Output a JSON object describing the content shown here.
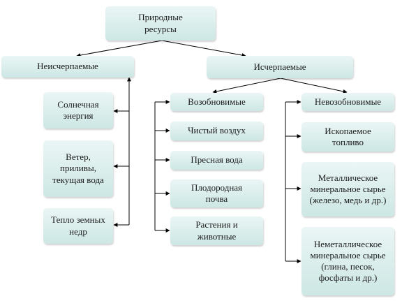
{
  "root": {
    "label": "Природные ресурсы"
  },
  "inexhaustible": {
    "label": "Неисчерпаемые",
    "items": [
      "Солнечная энергия",
      "Ветер, приливы, текущая вода",
      "Тепло земных недр"
    ]
  },
  "exhaustible": {
    "label": "Исчерпаемые",
    "renewable": {
      "label": "Возобновимые",
      "items": [
        "Чистый воздух",
        "Пресная вода",
        "Плодородная почва",
        "Растения и животные"
      ]
    },
    "nonrenewable": {
      "label": "Невозобновимые",
      "items": [
        "Ископаемое топливо",
        "Металлическое минеральное сырье (железо, медь и др.)",
        "Неметаллическое минеральное сырье (глина, песок, фосфаты и др.)"
      ]
    }
  },
  "colors": {
    "box_top": "#eaf6f5",
    "box_bottom": "#cde7e4",
    "line": "#000000"
  }
}
